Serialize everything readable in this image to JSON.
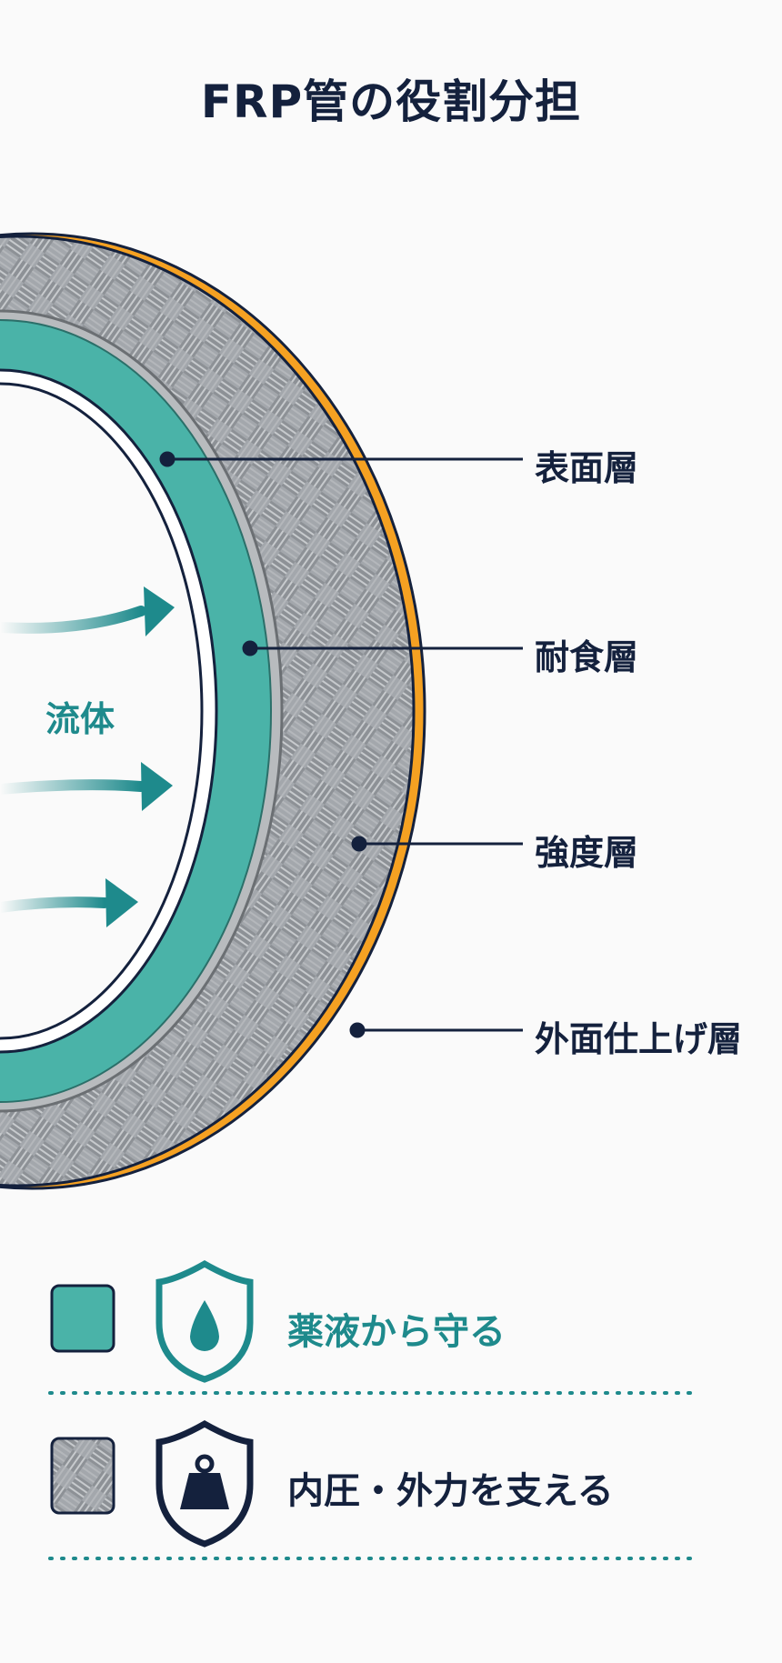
{
  "title": "FRP管の役割分担",
  "fluid_label": "流体",
  "layers": [
    {
      "label": "表面層"
    },
    {
      "label": "耐食層"
    },
    {
      "label": "強度層"
    },
    {
      "label": "外面仕上げ層"
    }
  ],
  "legend": [
    {
      "text": "薬液から守る",
      "icon": "water-drop-shield-icon",
      "swatch": "teal-corrosion-layer"
    },
    {
      "text": "内圧・外力を支える",
      "icon": "weight-shield-icon",
      "swatch": "woven-strength-layer"
    }
  ],
  "colors": {
    "navy": "#14213d",
    "teal": "#4ab3a8",
    "teal_text": "#1e8a8c",
    "orange": "#f5a122",
    "fiber_gray": "#9a9ea3"
  }
}
